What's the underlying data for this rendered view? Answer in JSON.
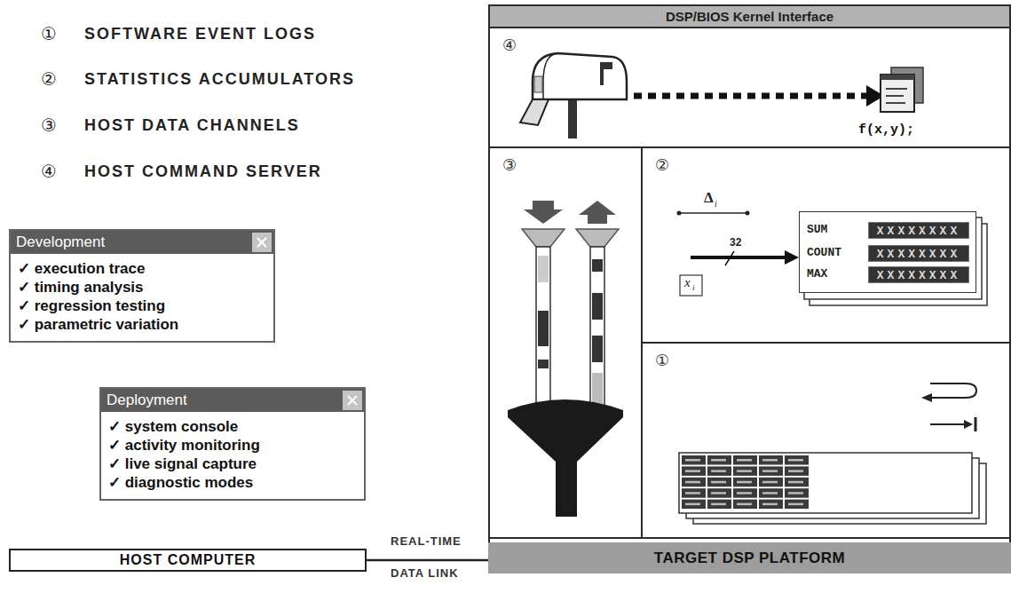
{
  "diagram": {
    "nodes": [
      {
        "text": [
          "Development",
          "✓ execution trace",
          "✓ timing analysis",
          "✓ regression testing",
          "✓ parametric variation"
        ]
      },
      {
        "text": [
          "Deployment",
          "✓ system console",
          "✓ activity monitoring",
          "✓ live signal capture",
          "✓ diagnostic modes"
        ]
      },
      {
        "text": [
          "HOST COMPUTER"
        ]
      },
      {
        "text": [
          "DSP/BIOS Kernel Interface"
        ]
      },
      {
        "text": [
          "④",
          "f(x,y);"
        ],
        "in": 3
      },
      {
        "text": [
          "③"
        ],
        "in": 3
      },
      {
        "text": [
          "②"
        ],
        "in": 3
      },
      {
        "text": [
          "SUM",
          "COUNT",
          "MAX"
        ],
        "in": 6
      },
      {
        "text": [
          "①"
        ],
        "in": 3
      },
      {
        "text": [
          "TARGET DSP PLATFORM"
        ],
        "in": 3
      }
    ],
    "edges": [
      {
        "from": 2,
        "to": 9,
        "arrow": "none"
      }
    ],
    "labels": [
      "①",
      "SOFTWARE EVENT LOGS",
      "②",
      "STATISTICS ACCUMULATORS",
      "③",
      "HOST DATA CHANNELS",
      "④",
      "HOST COMMAND SERVER",
      "REAL-TIME",
      "DATA LINK",
      "Δ",
      "i",
      "32",
      "x",
      "i",
      "XXXXXXXX",
      "XXXXXXXX",
      "XXXXXXXX"
    ]
  }
}
